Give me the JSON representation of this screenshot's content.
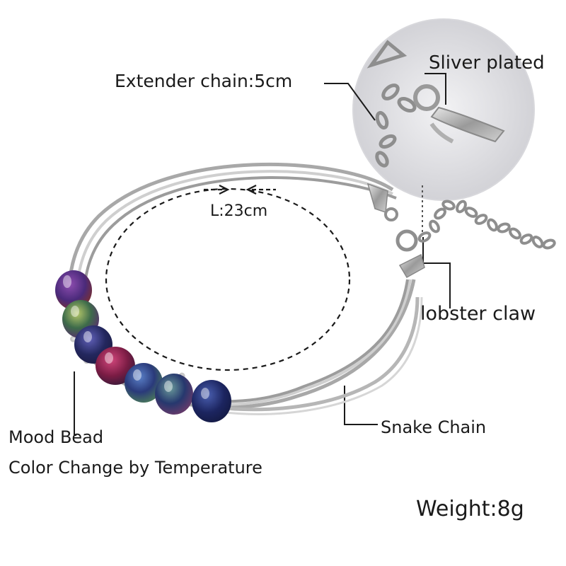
{
  "labels": {
    "extender": "Extender chain:5cm",
    "plating": "Sliver plated",
    "length": "L:23cm",
    "clasp": "lobster claw",
    "chain": "Snake Chain",
    "bead_line1": "Mood Bead",
    "bead_line2": "Color Change by Temperature",
    "weight": "Weight:8g"
  },
  "colors": {
    "background": "#ffffff",
    "silver": "#b8b8b8",
    "text": "#1a1a1a",
    "bead_colors": [
      "#5a2e7a",
      "#3f6a3a",
      "#2c2f6e",
      "#8a1f4a",
      "#2e3c7c",
      "#2a3c6e",
      "#1c2560"
    ]
  }
}
